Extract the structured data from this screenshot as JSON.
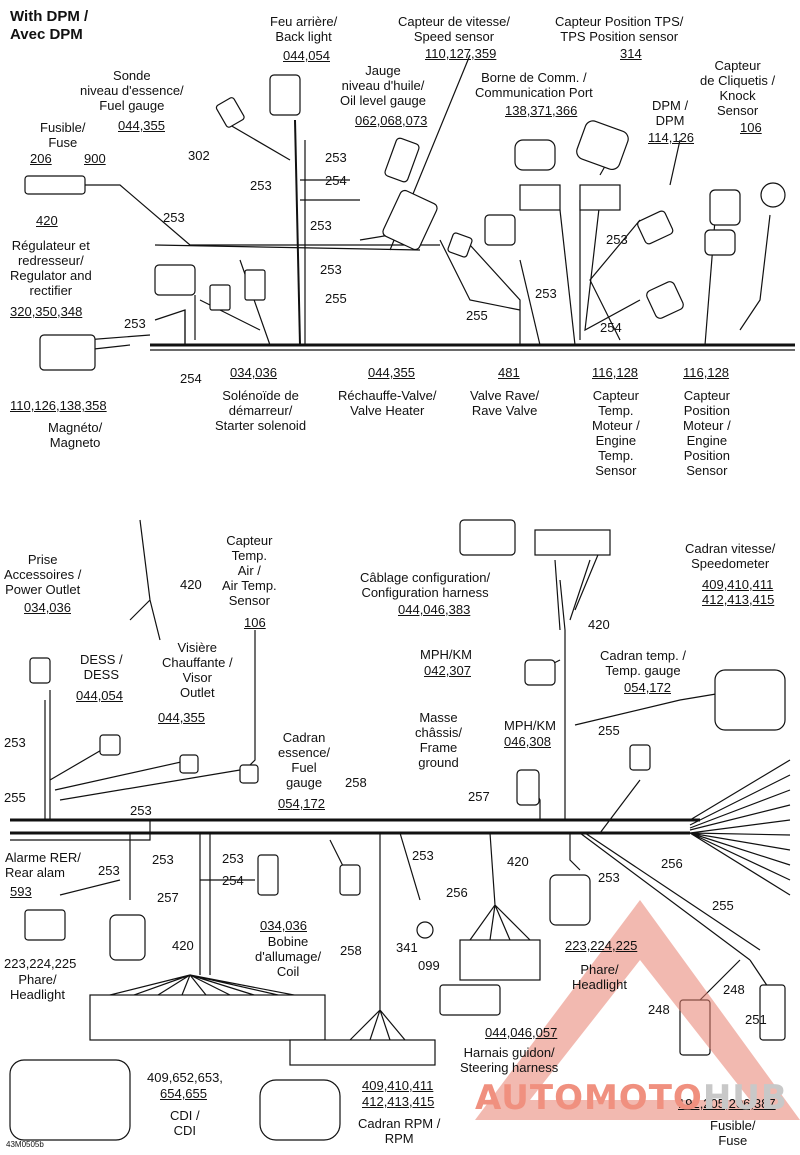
{
  "header": {
    "line1": "With DPM /",
    "line2": "Avec DPM"
  },
  "figure_code": "43M0505b",
  "logo": {
    "part1": "AUTOMOTO",
    "part2": "HUB"
  },
  "components": {
    "feu_arriere": {
      "name": "Feu arrière/\nBack light",
      "ref": "044,054"
    },
    "capteur_vitesse": {
      "name": "Capteur de vitesse/\nSpeed sensor",
      "ref": "110,127,359"
    },
    "capteur_tps": {
      "name": "Capteur Position TPS/\nTPS Position sensor",
      "ref": "314"
    },
    "sonde_essence": {
      "name": "Sonde\nniveau d'essence/\nFuel gauge",
      "ref": "044,355"
    },
    "jauge_huile": {
      "name": "Jauge\nniveau d'huile/\nOil level gauge",
      "ref": "062,068,073"
    },
    "borne_comm": {
      "name": "Borne de Comm. /\nCommunication Port",
      "ref": "138,371,366"
    },
    "capteur_cliquetis": {
      "name": "Capteur\nde Cliquetis /\nKnock\nSensor",
      "ref": "106"
    },
    "fusible": {
      "name": "Fusible/\nFuse",
      "ref_a": "206",
      "ref_b": "900",
      "ref_c": "420"
    },
    "dpm": {
      "name": "DPM /\nDPM",
      "ref": "114,126"
    },
    "regulateur": {
      "name": "Régulateur et\nredresseur/\nRegulator and\nrectifier",
      "ref": "320,350,348"
    },
    "magneto": {
      "name": "Magnéto/\nMagneto",
      "ref": "110,126,138,358"
    },
    "solenoide": {
      "name": "Solénoïde de\ndémarreur/\nStarter solenoid",
      "ref": "034,036"
    },
    "rechauffe_valve": {
      "name": "Réchauffe-Valve/\nValve Heater",
      "ref": "044,355"
    },
    "valve_rave": {
      "name": "Valve Rave/\nRave Valve",
      "ref": "481"
    },
    "temp_moteur": {
      "name": "Capteur\nTemp.\nMoteur /\nEngine\nTemp.\nSensor",
      "ref": "116,128"
    },
    "position_moteur": {
      "name": "Capteur\nPosition\nMoteur /\nEngine\nPosition\nSensor",
      "ref": "116,128"
    },
    "prise_accessoires": {
      "name": "Prise\nAccessoires /\nPower Outlet",
      "ref": "034,036"
    },
    "capteur_air": {
      "name": "Capteur\nTemp.\nAir /\nAir Temp.\nSensor",
      "ref": "106"
    },
    "cablage_config": {
      "name": "Câblage configuration/\nConfiguration harness",
      "ref": "044,046,383"
    },
    "cadran_vitesse": {
      "name": "Cadran vitesse/\nSpeedometer",
      "ref1": "409,410,411",
      "ref2": "412,413,415"
    },
    "dess": {
      "name": "DESS /\nDESS",
      "ref": "044,054"
    },
    "visiere": {
      "name": "Visière\nChauffante /\nVisor\nOutlet",
      "ref": "044,355"
    },
    "mph_km_1": {
      "name": "MPH/KM",
      "ref": "042,307"
    },
    "cadran_temp": {
      "name": "Cadran temp. /\nTemp. gauge",
      "ref": "054,172"
    },
    "masse_chassis": {
      "name": "Masse\nchâssis/\nFrame\nground"
    },
    "mph_km_2": {
      "name": "MPH/KM",
      "ref": "046,308"
    },
    "cadran_essence": {
      "name": "Cadran\nessence/\nFuel\ngauge",
      "ref": "054,172"
    },
    "alarme": {
      "name": "Alarme RER/\nRear alam",
      "ref": "593"
    },
    "phare_left": {
      "name": "Phare/\nHeadlight",
      "ref": "223,224,225"
    },
    "bobine": {
      "name": "Bobine\nd'allumage/\nCoil",
      "ref": "034,036"
    },
    "cdi": {
      "name": "CDI /\nCDI",
      "ref1": "409,652,653,",
      "ref2": "654,655"
    },
    "cadran_rpm": {
      "name": "Cadran RPM /\nRPM",
      "ref1": "409,410,411",
      "ref2": "412,413,415"
    },
    "harnais_guidon": {
      "name": "Harnais guidon/\nSteering harness",
      "ref": "044,046,057"
    },
    "phare_right": {
      "name": "Phare/\nHeadlight",
      "ref": "223,224,225"
    },
    "fusible_bottom": {
      "name": "Fusible/\nFuse",
      "ref": "192,205,206,387"
    }
  },
  "wire_refs": {
    "w253": "253",
    "w254": "254",
    "w255": "255",
    "w256": "256",
    "w257": "257",
    "w258": "258",
    "w251": "251",
    "w248": "248",
    "w420": "420",
    "w341": "341",
    "w099": "099",
    "w302": "302"
  }
}
